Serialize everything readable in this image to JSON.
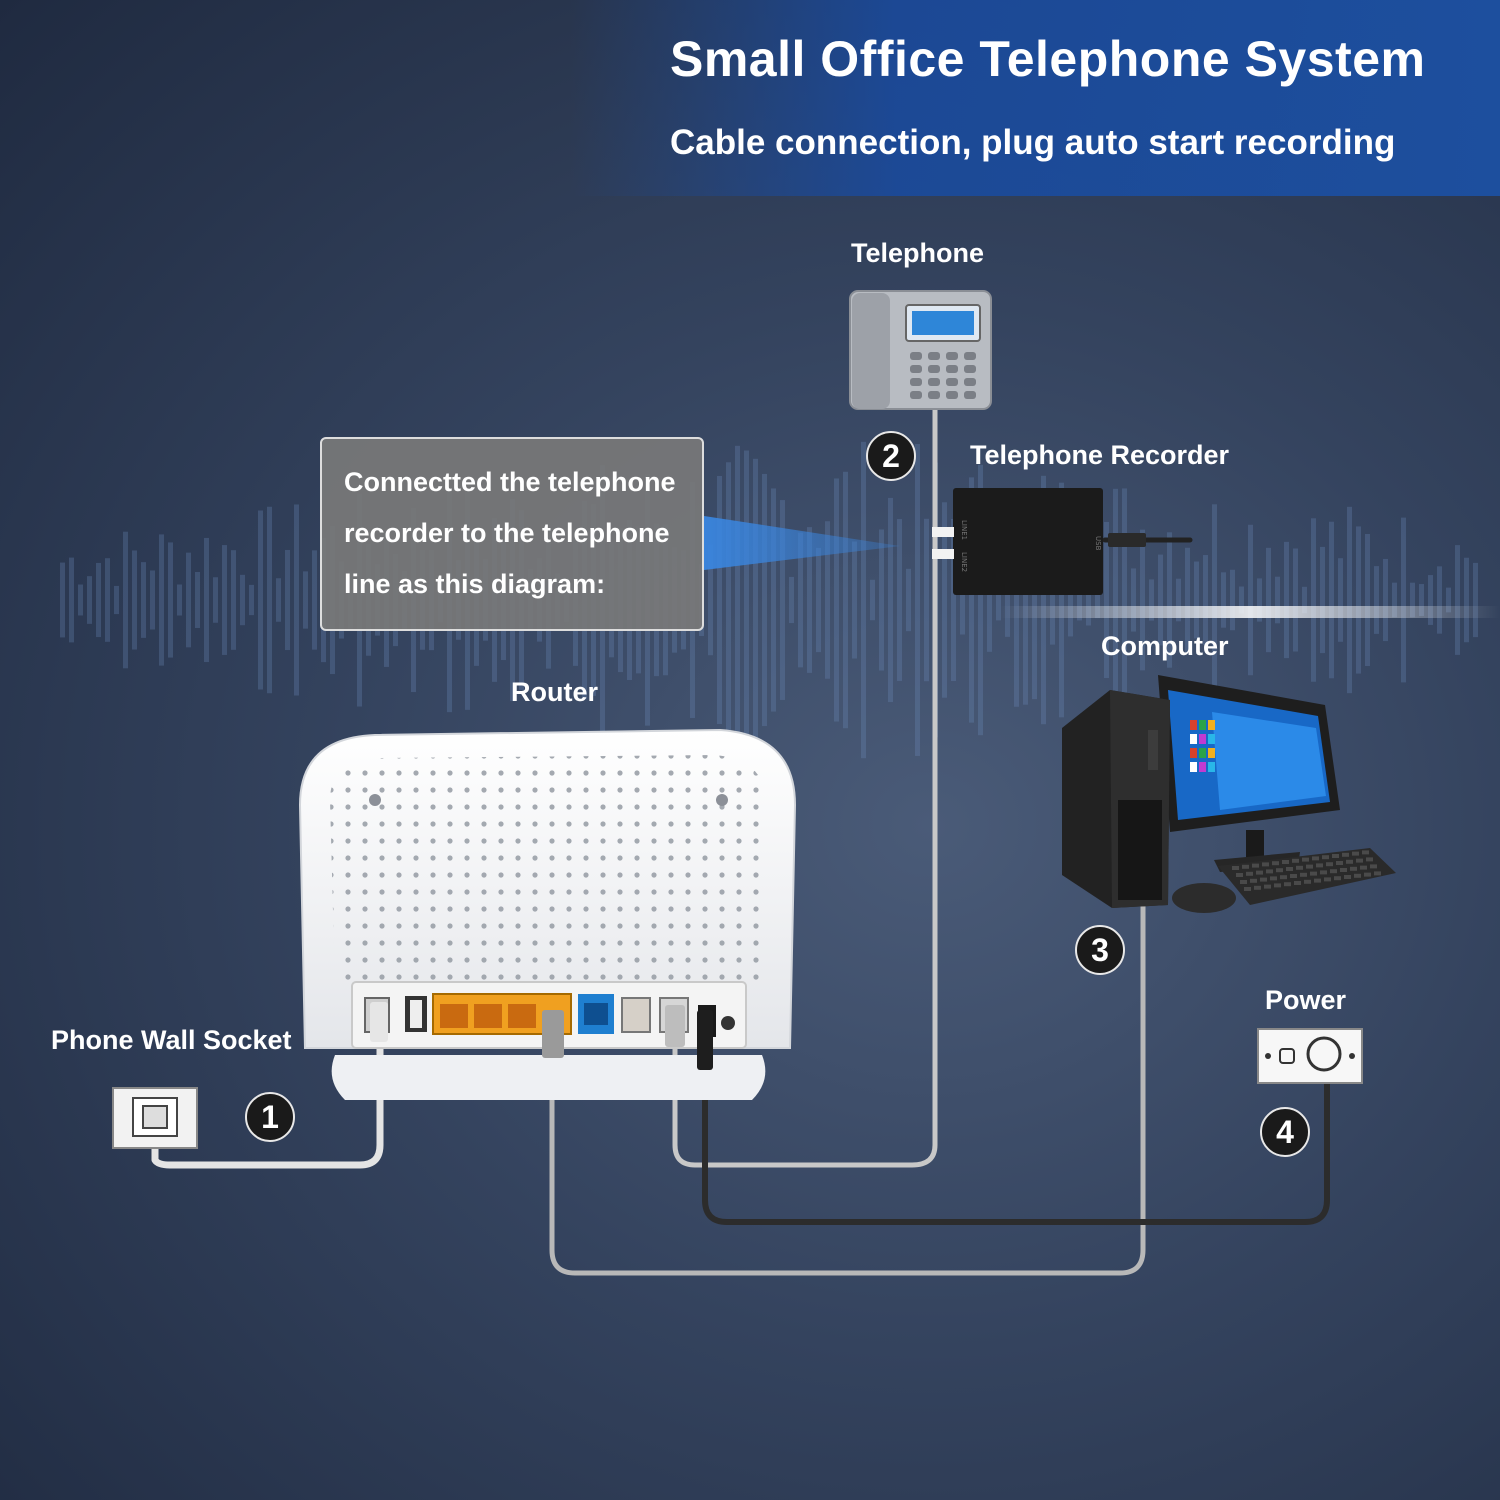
{
  "header": {
    "title": "Small Office Telephone System",
    "subtitle": "Cable connection, plug auto start recording"
  },
  "labels": {
    "telephone": "Telephone",
    "recorder": "Telephone Recorder",
    "computer": "Computer",
    "router": "Router",
    "wall_socket": "Phone Wall Socket",
    "power": "Power"
  },
  "callout": {
    "lines": [
      "Connectted the telephone",
      "recorder to the telephone",
      "line as this diagram:"
    ]
  },
  "steps": [
    "1",
    "2",
    "3",
    "4"
  ],
  "recorder_port_labels": {
    "line1": "LINE1",
    "line2": "LINE2",
    "usb": "USB"
  },
  "colors": {
    "banner": "#1d4f9e",
    "callout_bg": "#7a7a7a",
    "arrow": "#3a7fd0",
    "cable_light": "#d8d8d8",
    "cable_dark": "#333333",
    "lan_ports": "#f0a020",
    "wan_port": "#1f7fd0"
  }
}
